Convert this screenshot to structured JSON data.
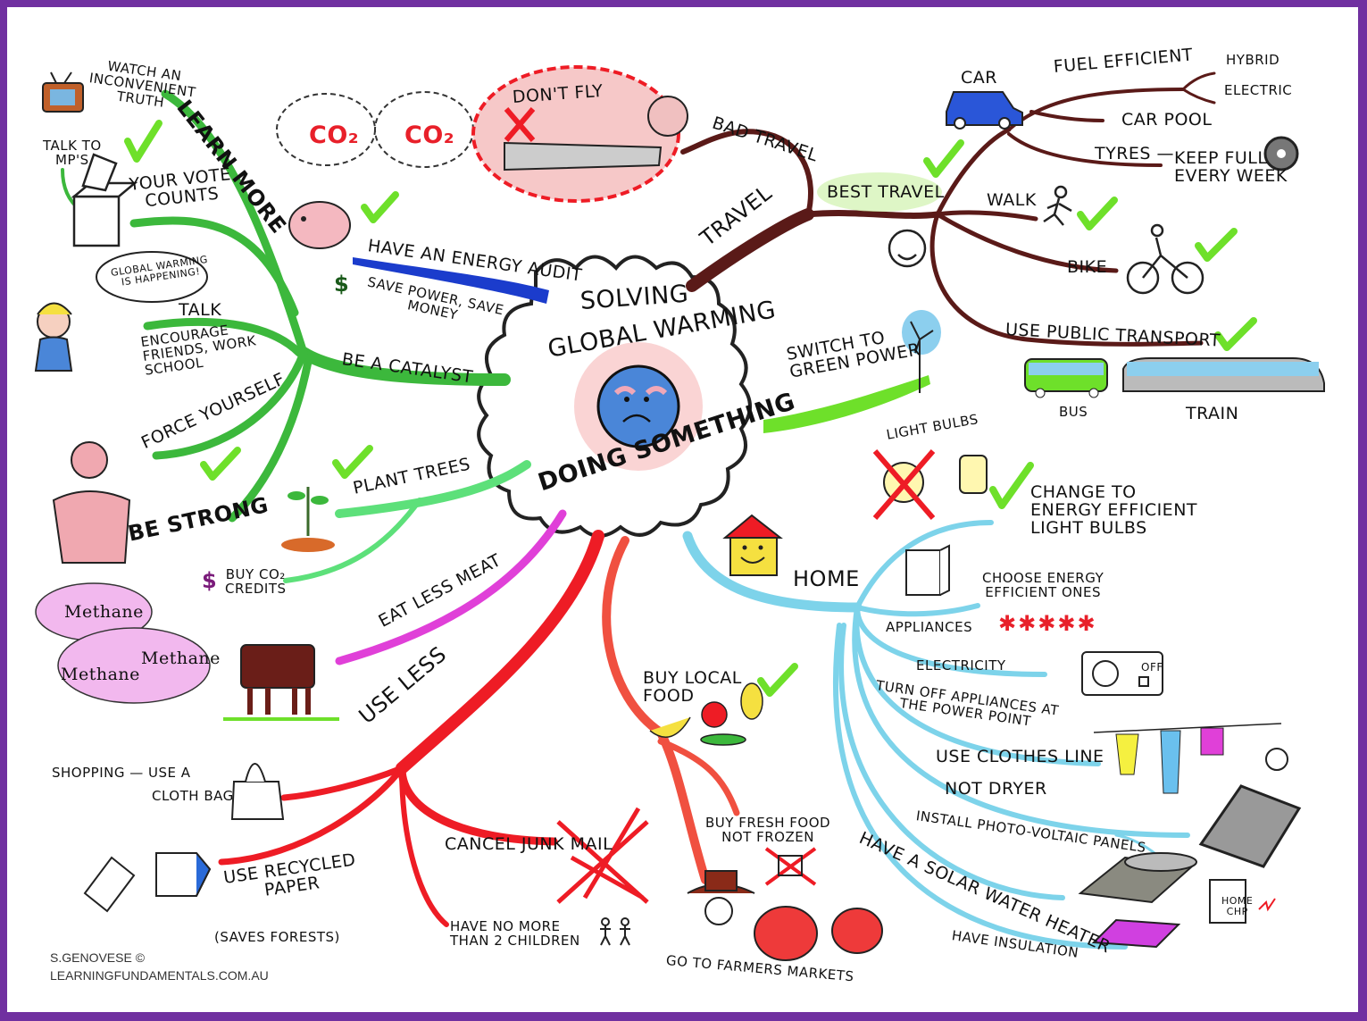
{
  "title": {
    "line1": "SOLVING",
    "line2": "GLOBAL WARMING",
    "line3": "DOING SOMETHING"
  },
  "colors": {
    "frame": "#7030a0",
    "learn_more": "#3cb83c",
    "energy_audit": "#1b3ccc",
    "travel": "#5a1a18",
    "green_power": "#6ee02a",
    "plant_trees": "#5de07a",
    "eat_less_meat": "#e040d8",
    "use_less": "#ee1c25",
    "buy_local": "#f05040",
    "home": "#7dd3ea",
    "check": "#6ee02a"
  },
  "branches": {
    "learn_more": {
      "label": "LEARN MORE",
      "items": {
        "watch": "WATCH AN\nINCONVENIENT\nTRUTH",
        "talk_mps": "TALK TO\nMP'S",
        "vote": "YOUR VOTE\nCOUNTS",
        "speech": "GLOBAL WARMING\nIS HAPPENING!",
        "talk": "TALK",
        "encourage": "ENCOURAGE\nFRIENDS, WORK\nSCHOOL",
        "catalyst": "BE A CATALYST",
        "force": "FORCE YOURSELF",
        "strong": "BE STRONG"
      }
    },
    "energy_audit": {
      "label": "HAVE AN ENERGY AUDIT",
      "sub": "SAVE POWER, SAVE\nMONEY",
      "dollar": "$"
    },
    "travel": {
      "label": "TRAVEL",
      "bad": {
        "label": "BAD TRAVEL",
        "dont_fly": "DON'T FLY",
        "co2_a": "CO₂",
        "co2_b": "CO₂"
      },
      "best": {
        "label": "BEST TRAVEL",
        "car": "CAR",
        "fuel_efficient": "FUEL EFFICIENT",
        "hybrid": "HYBRID",
        "electric": "ELECTRIC",
        "car_pool": "CAR POOL",
        "tyres": "TYRES —",
        "keep_full": "KEEP FULL\nEVERY WEEK",
        "walk": "WALK",
        "bike": "BIKE",
        "public_transport": "USE PUBLIC TRANSPORT",
        "bus": "BUS",
        "train": "TRAIN"
      }
    },
    "green_power": {
      "label": "SWITCH TO\nGREEN POWER"
    },
    "plant_trees": {
      "label": "PLANT TREES",
      "credits": "BUY CO₂\nCREDITS",
      "dollar": "$"
    },
    "eat_less_meat": {
      "label": "EAT LESS MEAT",
      "methane": [
        "Methane",
        "Methane",
        "Methane"
      ]
    },
    "use_less": {
      "label": "USE LESS",
      "shopping": "SHOPPING — USE A",
      "cloth_bag": "CLOTH BAG",
      "recycled": "USE RECYCLED\nPAPER",
      "saves_forests": "(SAVES FORESTS)",
      "junk_mail": "CANCEL JUNK MAIL",
      "children": "HAVE NO MORE\nTHAN 2 CHILDREN"
    },
    "buy_local": {
      "label": "BUY LOCAL\nFOOD",
      "fresh": "BUY FRESH FOOD\nNOT FROZEN",
      "farmers": "GO TO FARMERS MARKETS"
    },
    "home": {
      "label": "HOME",
      "light_bulbs": "LIGHT BULBS",
      "change_bulbs": "CHANGE TO\nENERGY EFFICIENT\nLIGHT BULBS",
      "choose": "CHOOSE ENERGY\nEFFICIENT ONES",
      "appliances": "APPLIANCES",
      "stars": "✱✱✱✱✱",
      "electricity": "ELECTRICITY",
      "turn_off": "TURN OFF APPLIANCES AT\nTHE POWER POINT",
      "off": "OFF",
      "clothes_line": "USE CLOTHES LINE",
      "not_dryer": "NOT DRYER",
      "pv": "INSTALL PHOTO-VOLTAIC PANELS",
      "solar_heater": "HAVE A SOLAR WATER HEATER",
      "insulation": "HAVE INSULATION",
      "chp": "HOME\nCHP"
    }
  },
  "credit": {
    "author": "S.GENOVESE ©",
    "site": "LEARNINGFUNDAMENTALS.COM.AU"
  }
}
